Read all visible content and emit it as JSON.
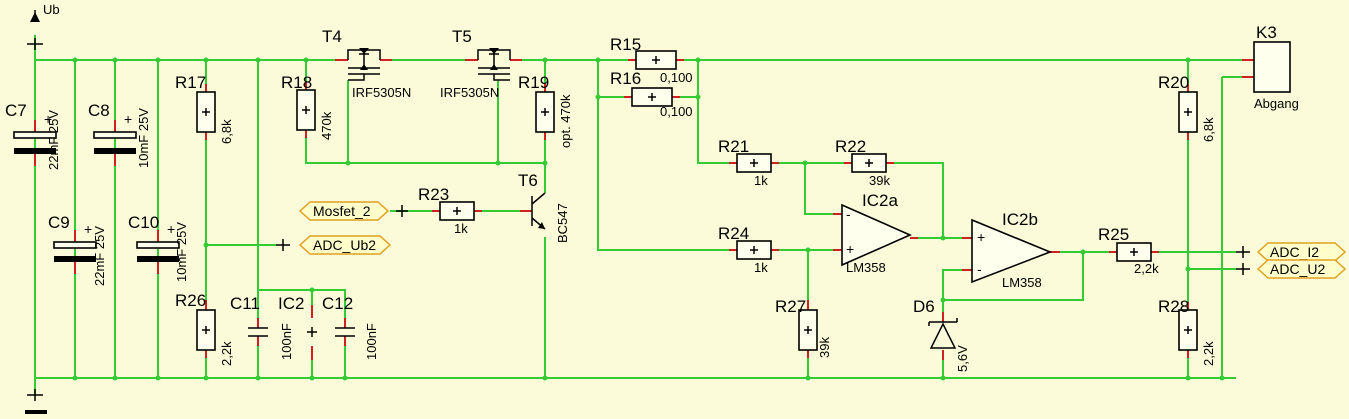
{
  "supply": {
    "name": "Ub"
  },
  "colors": {
    "wire": "#33CC33",
    "pin": "#D02020",
    "background": "#FBFBD9",
    "flag_border": "#E0A020"
  },
  "components": {
    "C7": {
      "ref": "C7",
      "value": "22mF 25V",
      "polarity": "+"
    },
    "C8": {
      "ref": "C8",
      "value": "10mF 25V",
      "polarity": "+"
    },
    "C9": {
      "ref": "C9",
      "value": "22mF 25V",
      "polarity": "+"
    },
    "C10": {
      "ref": "C10",
      "value": "10mF 25V",
      "polarity": "+"
    },
    "C11": {
      "ref": "C11",
      "value": "100nF"
    },
    "C12": {
      "ref": "C12",
      "value": "100nF"
    },
    "IC2": {
      "ref": "IC2"
    },
    "IC2a": {
      "ref": "IC2a",
      "value": "LM358"
    },
    "IC2b": {
      "ref": "IC2b",
      "value": "LM358"
    },
    "R15": {
      "ref": "R15",
      "value": "0,100"
    },
    "R16": {
      "ref": "R16",
      "value": "0,100"
    },
    "R17": {
      "ref": "R17",
      "value": "6,8k"
    },
    "R18": {
      "ref": "R18",
      "value": "470k"
    },
    "R19": {
      "ref": "R19",
      "value": "opt. 470k"
    },
    "R20": {
      "ref": "R20",
      "value": "6,8k"
    },
    "R21": {
      "ref": "R21",
      "value": "1k"
    },
    "R22": {
      "ref": "R22",
      "value": "39k"
    },
    "R23": {
      "ref": "R23",
      "value": "1k"
    },
    "R24": {
      "ref": "R24",
      "value": "1k"
    },
    "R25": {
      "ref": "R25",
      "value": "2,2k"
    },
    "R26": {
      "ref": "R26",
      "value": "2,2k"
    },
    "R27": {
      "ref": "R27",
      "value": "39k"
    },
    "R28": {
      "ref": "R28",
      "value": "2,2k"
    },
    "T4": {
      "ref": "T4",
      "value": "IRF5305N"
    },
    "T5": {
      "ref": "T5",
      "value": "IRF5305N"
    },
    "T6": {
      "ref": "T6",
      "value": "BC547"
    },
    "D6": {
      "ref": "D6",
      "value": "5,6V"
    },
    "K3": {
      "ref": "K3",
      "value": "Abgang"
    }
  },
  "net_labels": {
    "mosfet": "Mosfet_2",
    "adc_ub2": "ADC_Ub2",
    "adc_i2": "ADC_I2",
    "adc_u2": "ADC_U2"
  }
}
